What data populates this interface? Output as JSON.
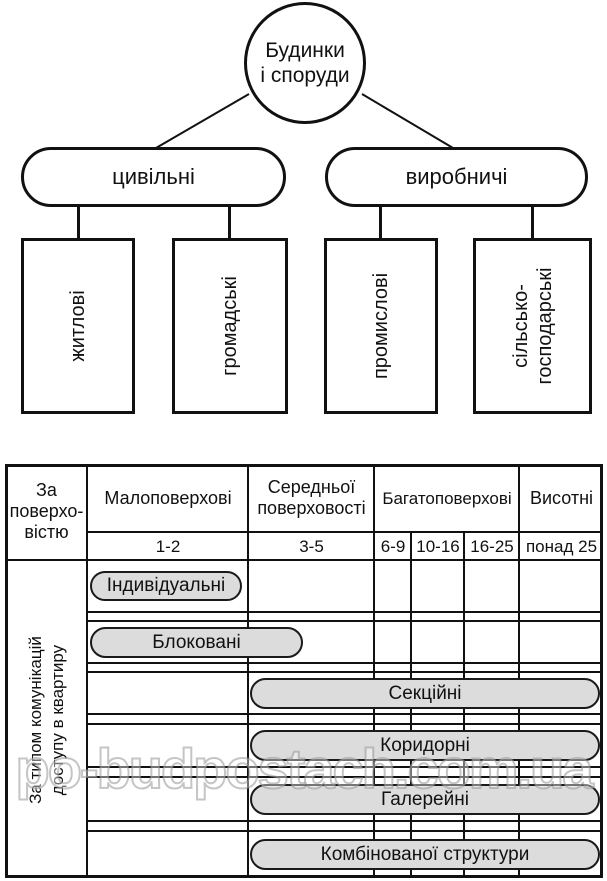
{
  "colors": {
    "line": "#111111",
    "pill_background": "#dcdcdc",
    "watermark_gray": "#969696"
  },
  "diagram": {
    "root_line1": "Будинки",
    "root_line2": "і споруди",
    "branch_left": "цивільні",
    "branch_right": "виробничі",
    "leaf_1": "житлові",
    "leaf_2": "громадські",
    "leaf_3": "промислові",
    "leaf_4_line1": "сільсько-",
    "leaf_4_line2": "господарські"
  },
  "table": {
    "corner_line1": "За",
    "corner_line2": "поверхо-",
    "corner_line3": "вістю",
    "columns": [
      {
        "label": "Малоповерхові"
      },
      {
        "label": "Середньої поверховості"
      },
      {
        "label": "Багатоповерхові"
      },
      {
        "label": "Висотні"
      }
    ],
    "subheader": [
      "1-2",
      "3-5",
      "6-9",
      "10-16",
      "16-25",
      "понад 25"
    ],
    "side_label_line1": "За типом комунікацій",
    "side_label_line2": "доступу в квартиру",
    "rows": [
      {
        "label": "Індивідуальні"
      },
      {
        "label": "Блоковані"
      },
      {
        "label": "Секційні"
      },
      {
        "label": "Коридорні"
      },
      {
        "label": "Галерейні"
      },
      {
        "label": "Комбінованої структури"
      }
    ]
  },
  "watermark": "po-budpostach.com.ua"
}
